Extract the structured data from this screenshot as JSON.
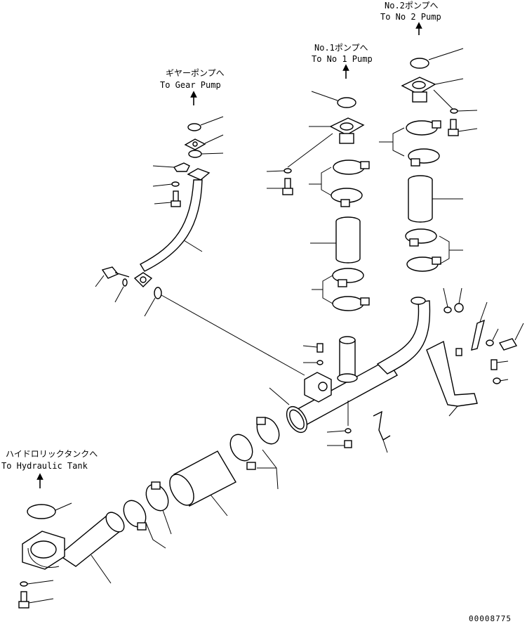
{
  "destinations": {
    "no2_pump_jp": "No.2ポンプへ",
    "no2_pump_en": "To No 2 Pump",
    "no1_pump_jp": "No.1ポンプへ",
    "no1_pump_en": "To No 1 Pump",
    "gear_pump_jp": "ギヤーポンプへ",
    "gear_pump_en": "To Gear Pump",
    "tank_jp": "ハイドロリックタンクへ",
    "tank_en": "To Hydraulic Tank"
  },
  "drawing_number": "00008775",
  "colors": {
    "line": "#000000",
    "background": "#ffffff"
  }
}
